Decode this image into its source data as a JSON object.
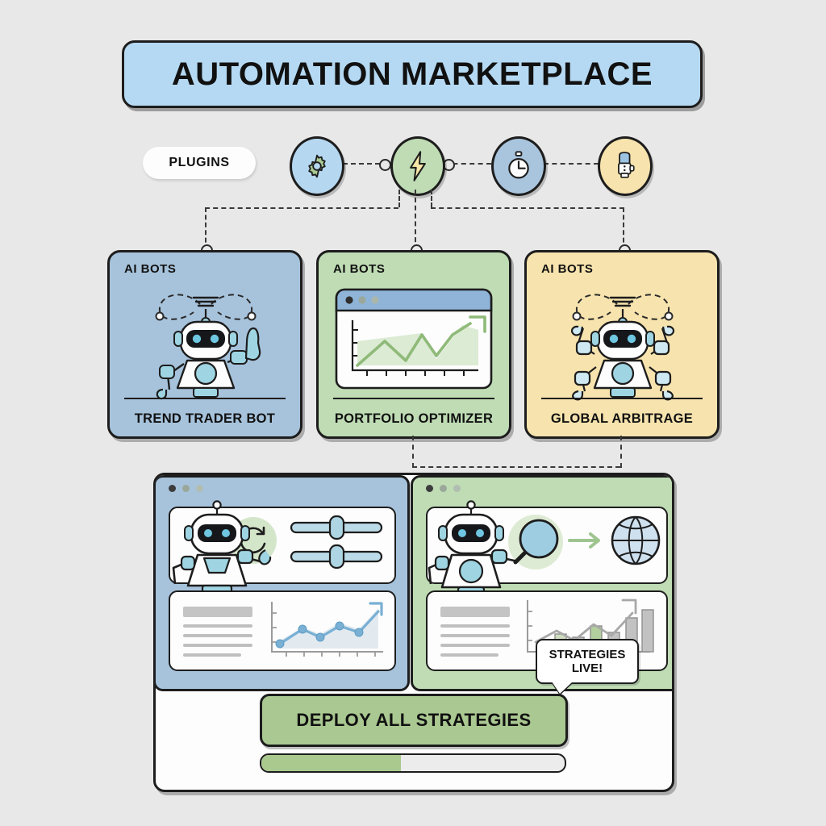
{
  "header": {
    "title": "AUTOMATION MARKETPLACE"
  },
  "toolbar": {
    "plugins_label": "PLUGINS",
    "icons": [
      {
        "name": "gear-icon",
        "label": "gear",
        "color": "#b5d7f0"
      },
      {
        "name": "lightning-bolt-icon",
        "label": "bolt",
        "color": "#bfdcb4"
      },
      {
        "name": "stopwatch-icon",
        "label": "timer",
        "color": "#a9c5dd"
      },
      {
        "name": "robot-head-icon",
        "label": "robot",
        "color": "#f7e3ad"
      }
    ]
  },
  "cards": [
    {
      "tag": "AI BOTS",
      "label": "TREND TRADER BOT",
      "color": "#a7c3dc",
      "art": "robot-pointing"
    },
    {
      "tag": "AI BOTS",
      "label": "PORTFOLIO OPTIMIZER",
      "color": "#bfdcb4",
      "art": "line-chart-window"
    },
    {
      "tag": "AI BOTS",
      "label": "GLOBAL ARBITRAGE",
      "color": "#f7e3ad",
      "art": "robot-arms-up"
    }
  ],
  "dashboard": {
    "panes": [
      {
        "name": "settings-pane",
        "color": "#a7c3dc",
        "art": "robot-refresh-sliders"
      },
      {
        "name": "discovery-pane",
        "color": "#bfdcb4",
        "art": "robot-magnifier-globe"
      }
    ],
    "bubble": {
      "line1": "STRATEGIES",
      "line2": "LIVE!"
    },
    "deploy_label": "DEPLOY ALL STRATEGIES",
    "progress_percent": 46
  },
  "chart_data": [
    {
      "type": "line",
      "title": "Portfolio Optimizer trend",
      "x": [
        1,
        2,
        3,
        4,
        5,
        6,
        7,
        8
      ],
      "values": [
        10,
        28,
        45,
        62,
        48,
        38,
        66,
        88
      ],
      "color": "#8fba79",
      "xlabel": "",
      "ylabel": "",
      "ylim": [
        0,
        100
      ],
      "grid": false
    },
    {
      "type": "line",
      "title": "Performance trend",
      "x": [
        1,
        2,
        3,
        4,
        5,
        6,
        7
      ],
      "values": [
        18,
        44,
        38,
        60,
        52,
        78,
        92
      ],
      "color": "#79b0d4",
      "xlabel": "",
      "ylabel": "",
      "ylim": [
        0,
        100
      ],
      "grid": false
    },
    {
      "type": "bar",
      "title": "Strategy results",
      "categories": [
        "1",
        "2",
        "3",
        "4",
        "5",
        "6",
        "7"
      ],
      "values": [
        22,
        38,
        30,
        58,
        42,
        70,
        86
      ],
      "colors": [
        "#c2c2c2",
        "#cfdcc0",
        "#c2c2c2",
        "#b4cf9e",
        "#c2c2c2",
        "#c2c2c2",
        "#c2c2c2"
      ],
      "xlabel": "",
      "ylabel": "",
      "ylim": [
        0,
        100
      ],
      "grid": false
    }
  ]
}
